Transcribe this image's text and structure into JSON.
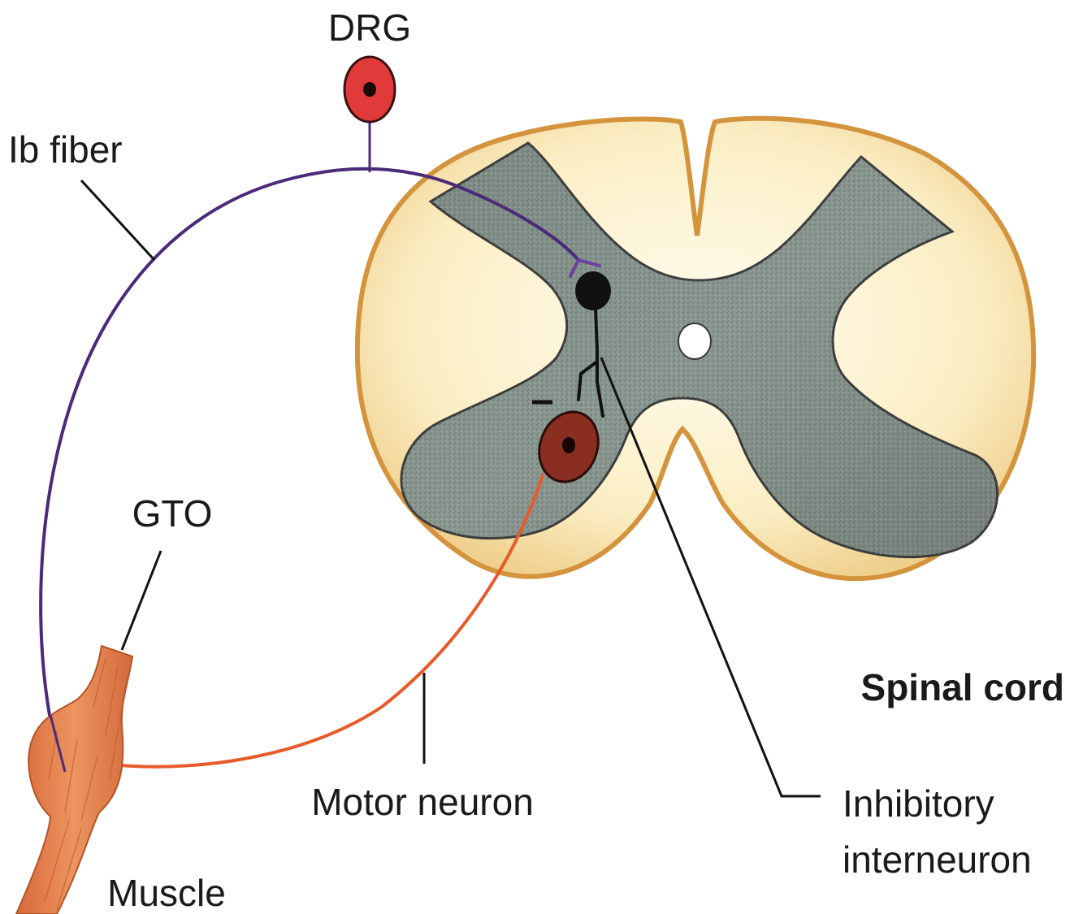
{
  "labels": {
    "drg": "DRG",
    "ib_fiber": "Ib fiber",
    "gto": "GTO",
    "spinal_cord": "Spinal cord",
    "motor_neuron": "Motor neuron",
    "inhibitory_line1": "Inhibitory",
    "inhibitory_line2": "interneuron",
    "muscle": "Muscle",
    "inhibition_sign": "–"
  },
  "colors": {
    "drg_cell": "#e03a3a",
    "ib_fiber": "#4b2a7a",
    "motor_axon": "#e85a2a",
    "motor_cell": "#8a2e22",
    "muscle": "#e07a45",
    "cord_outer": "#f0d9a8",
    "cord_border": "#d49a45",
    "gray_matter": "#7b8580",
    "interneuron": "#111111",
    "leader_line": "#111111"
  }
}
